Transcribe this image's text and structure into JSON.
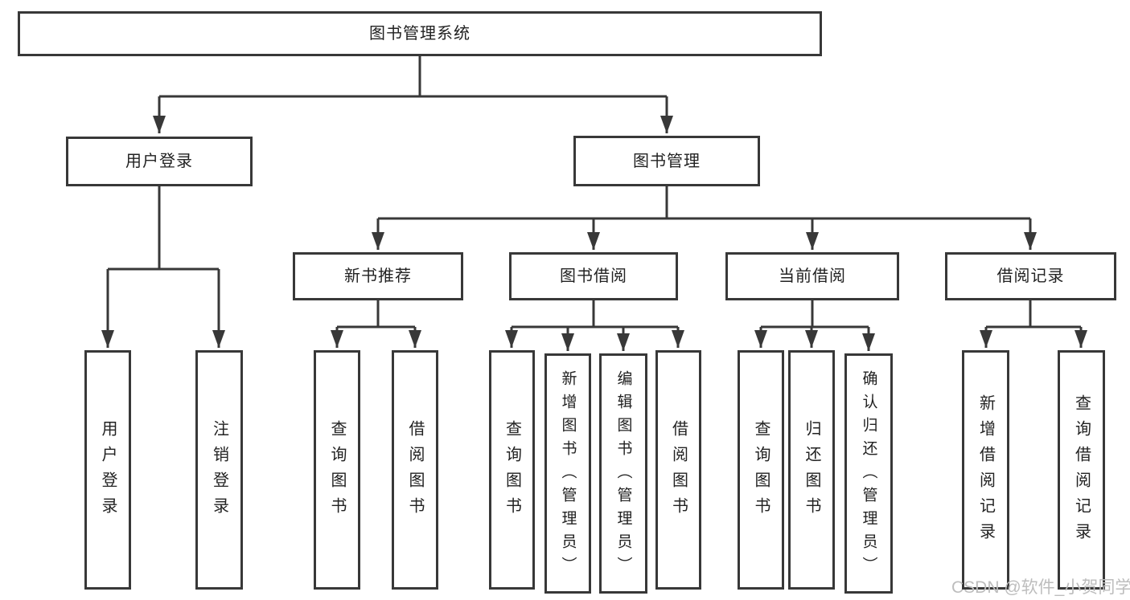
{
  "diagram": {
    "type": "hierarchy-tree",
    "line_color": "#383838",
    "text_color": "#222222",
    "background_color": "#ffffff"
  },
  "nodes": [
    {
      "id": "book-management-system",
      "label": "图书管理系统",
      "level": 1,
      "parent": null
    },
    {
      "id": "user-login",
      "label": "用户登录",
      "level": 2,
      "parent": "book-management-system"
    },
    {
      "id": "book-management",
      "label": "图书管理",
      "level": 2,
      "parent": "book-management-system"
    },
    {
      "id": "new-book-recommend",
      "label": "新书推荐",
      "level": 3,
      "parent": "book-management"
    },
    {
      "id": "book-borrowing",
      "label": "图书借阅",
      "level": 3,
      "parent": "book-management"
    },
    {
      "id": "current-borrowing",
      "label": "当前借阅",
      "level": 3,
      "parent": "book-management"
    },
    {
      "id": "borrowing-records",
      "label": "借阅记录",
      "level": 3,
      "parent": "book-management"
    },
    {
      "id": "leaf-user-login",
      "label": "用户登录",
      "level": 4,
      "parent": "user-login"
    },
    {
      "id": "leaf-logout",
      "label": "注销登录",
      "level": 4,
      "parent": "user-login"
    },
    {
      "id": "leaf-query-books-a",
      "label": "查询图书",
      "level": 4,
      "parent": "new-book-recommend"
    },
    {
      "id": "leaf-borrow-books-a",
      "label": "借阅图书",
      "level": 4,
      "parent": "new-book-recommend"
    },
    {
      "id": "leaf-query-books-b",
      "label": "查询图书",
      "level": 4,
      "parent": "book-borrowing"
    },
    {
      "id": "leaf-add-books-admin",
      "label": "新增图书（管理员）",
      "level": 4,
      "parent": "book-borrowing"
    },
    {
      "id": "leaf-edit-books-admin",
      "label": "编辑图书（管理员）",
      "level": 4,
      "parent": "book-borrowing"
    },
    {
      "id": "leaf-borrow-books-b",
      "label": "借阅图书",
      "level": 4,
      "parent": "book-borrowing"
    },
    {
      "id": "leaf-query-books-c",
      "label": "查询图书",
      "level": 4,
      "parent": "current-borrowing"
    },
    {
      "id": "leaf-return-books",
      "label": "归还图书",
      "level": 4,
      "parent": "current-borrowing"
    },
    {
      "id": "leaf-confirm-return",
      "label": "确认归还（管理员）",
      "level": 4,
      "parent": "current-borrowing"
    },
    {
      "id": "leaf-add-borrow-record",
      "label": "新增借阅记录",
      "level": 4,
      "parent": "borrowing-records"
    },
    {
      "id": "leaf-query-borrow-record",
      "label": "查询借阅记录",
      "level": 4,
      "parent": "borrowing-records"
    }
  ],
  "watermark": {
    "text": "CSDN @软件_小贺同学"
  }
}
